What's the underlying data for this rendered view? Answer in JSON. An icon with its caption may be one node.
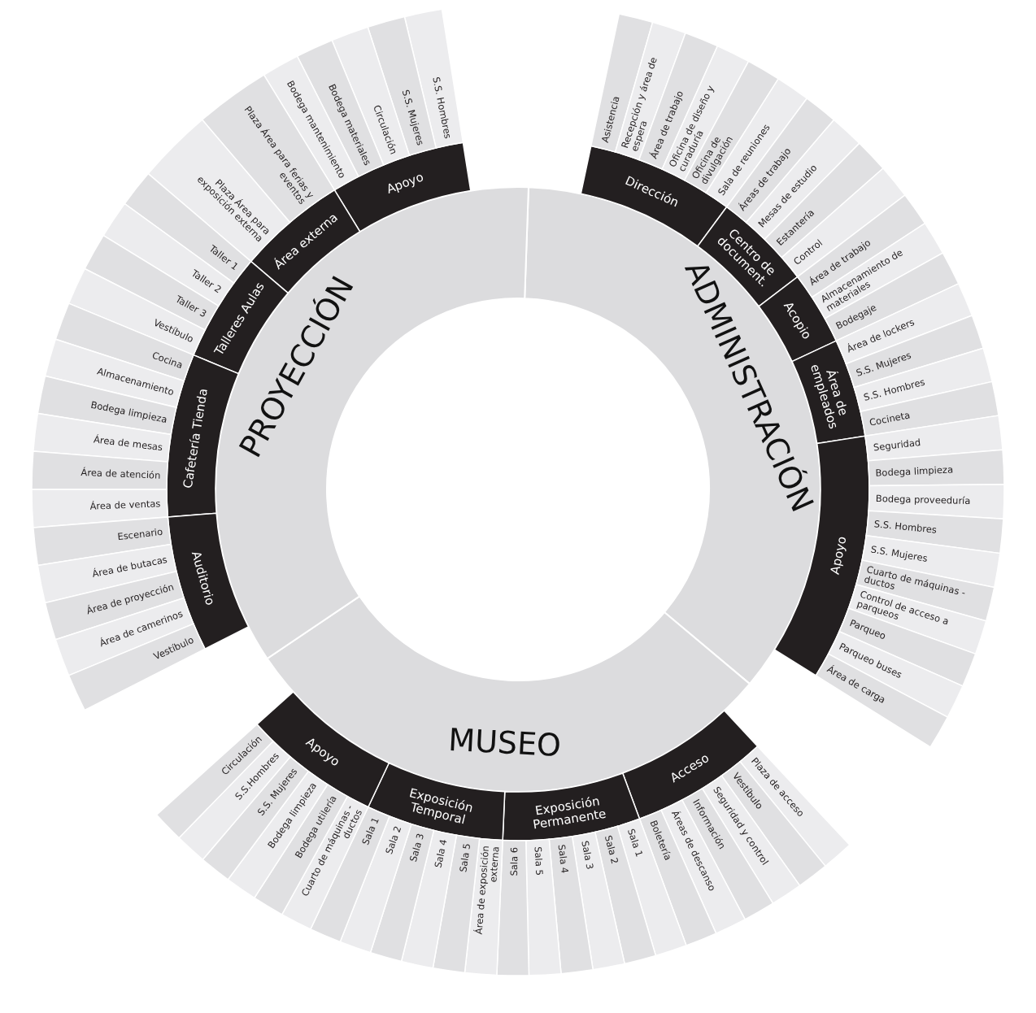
{
  "diagram": {
    "nodes": [
      {
        "text": [
          "ADMINISTRACIÓN"
        ]
      },
      {
        "text": [
          "Dirección"
        ]
      },
      {
        "text": [
          "Asistencia"
        ]
      },
      {
        "text": [
          "Recepción y área de espera"
        ]
      },
      {
        "text": [
          "Área de trabajo"
        ]
      },
      {
        "text": [
          "Oficina de diseño y curaduría"
        ]
      },
      {
        "text": [
          "Oficina de divulgación"
        ]
      },
      {
        "text": [
          "Sala de reuniones"
        ]
      },
      {
        "text": [
          "Centro de document."
        ]
      },
      {
        "text": [
          "Áreas de trabajo"
        ]
      },
      {
        "text": [
          "Mesas de estudio"
        ]
      },
      {
        "text": [
          "Estantería"
        ]
      },
      {
        "text": [
          "Control"
        ]
      },
      {
        "text": [
          "Acopio"
        ]
      },
      {
        "text": [
          "Área de trabajo"
        ]
      },
      {
        "text": [
          "Almacenamiento de materiales"
        ]
      },
      {
        "text": [
          "Bodegaje"
        ]
      },
      {
        "text": [
          "Área de empleados"
        ]
      },
      {
        "text": [
          "Área de lockers"
        ]
      },
      {
        "text": [
          "S.S. Mujeres"
        ]
      },
      {
        "text": [
          "S.S. Hombres"
        ]
      },
      {
        "text": [
          "Cocineta"
        ]
      },
      {
        "text": [
          "Apoyo"
        ]
      },
      {
        "text": [
          "Seguridad"
        ]
      },
      {
        "text": [
          "Bodega limpieza"
        ]
      },
      {
        "text": [
          "Bodega proveeduría"
        ]
      },
      {
        "text": [
          "S.S. Hombres"
        ]
      },
      {
        "text": [
          "S.S. Mujeres"
        ]
      },
      {
        "text": [
          "Cuarto de máquinas - ductos"
        ]
      },
      {
        "text": [
          "Control de acceso a parqueos"
        ]
      },
      {
        "text": [
          "Parqueo"
        ]
      },
      {
        "text": [
          "Parqueo buses"
        ]
      },
      {
        "text": [
          "Área de carga"
        ]
      },
      {
        "text": [
          "MUSEO"
        ]
      },
      {
        "text": [
          "Acceso"
        ]
      },
      {
        "text": [
          "Plaza de acceso"
        ]
      },
      {
        "text": [
          "Vestíbulo"
        ]
      },
      {
        "text": [
          "Seguridad y control"
        ]
      },
      {
        "text": [
          "Información"
        ]
      },
      {
        "text": [
          "Áreas de descanso"
        ]
      },
      {
        "text": [
          "Boletería"
        ]
      },
      {
        "text": [
          "Exposición Permanente"
        ]
      },
      {
        "text": [
          "Sala 1"
        ]
      },
      {
        "text": [
          "Sala 2"
        ]
      },
      {
        "text": [
          "Sala 3"
        ]
      },
      {
        "text": [
          "Sala 4"
        ]
      },
      {
        "text": [
          "Sala 5"
        ]
      },
      {
        "text": [
          "Sala 6"
        ]
      },
      {
        "text": [
          "Exposición Temporal"
        ]
      },
      {
        "text": [
          "Área de exposición externa"
        ]
      },
      {
        "text": [
          "Sala 5"
        ]
      },
      {
        "text": [
          "Sala 4"
        ]
      },
      {
        "text": [
          "Sala 3"
        ]
      },
      {
        "text": [
          "Sala 2"
        ]
      },
      {
        "text": [
          "Sala 1"
        ]
      },
      {
        "text": [
          "Apoyo"
        ]
      },
      {
        "text": [
          "Cuarto de máquinas - ductos"
        ]
      },
      {
        "text": [
          "Bodega utilería"
        ]
      },
      {
        "text": [
          "Bodega limpieza"
        ]
      },
      {
        "text": [
          "S.S. Mujeres"
        ]
      },
      {
        "text": [
          "S.S.Hombres"
        ]
      },
      {
        "text": [
          "Circulación"
        ]
      },
      {
        "text": [
          "PROYECCIÓN"
        ]
      },
      {
        "text": [
          "Apoyo"
        ]
      },
      {
        "text": [
          "S.S. Hombres"
        ]
      },
      {
        "text": [
          "S.S. Mujeres"
        ]
      },
      {
        "text": [
          "Circulación"
        ]
      },
      {
        "text": [
          "Bodega materiales"
        ]
      },
      {
        "text": [
          "Bodega mantenimiento"
        ]
      },
      {
        "text": [
          "Área externa"
        ]
      },
      {
        "text": [
          "Plaza Área para ferias y eventos"
        ]
      },
      {
        "text": [
          "Plaza Área para exposición externa"
        ]
      },
      {
        "text": [
          "Talleres Aulas"
        ]
      },
      {
        "text": [
          "Taller 1"
        ]
      },
      {
        "text": [
          "Taller 2"
        ]
      },
      {
        "text": [
          "Taller 3"
        ]
      },
      {
        "text": [
          "Vestíbulo"
        ]
      },
      {
        "text": [
          "Cafetería Tienda"
        ]
      },
      {
        "text": [
          "Cocina"
        ]
      },
      {
        "text": [
          "Almacenamiento"
        ]
      },
      {
        "text": [
          "Bodega limpieza"
        ]
      },
      {
        "text": [
          "Área de mesas"
        ]
      },
      {
        "text": [
          "Área de atención"
        ]
      },
      {
        "text": [
          "Área de ventas"
        ]
      },
      {
        "text": [
          "Auditorio"
        ]
      },
      {
        "text": [
          "Escenario"
        ]
      },
      {
        "text": [
          "Área de butacas"
        ]
      },
      {
        "text": [
          "Área de proyección"
        ]
      },
      {
        "text": [
          "Área de camerinos"
        ]
      },
      {
        "text": [
          "Vestíbulo"
        ]
      }
    ]
  }
}
